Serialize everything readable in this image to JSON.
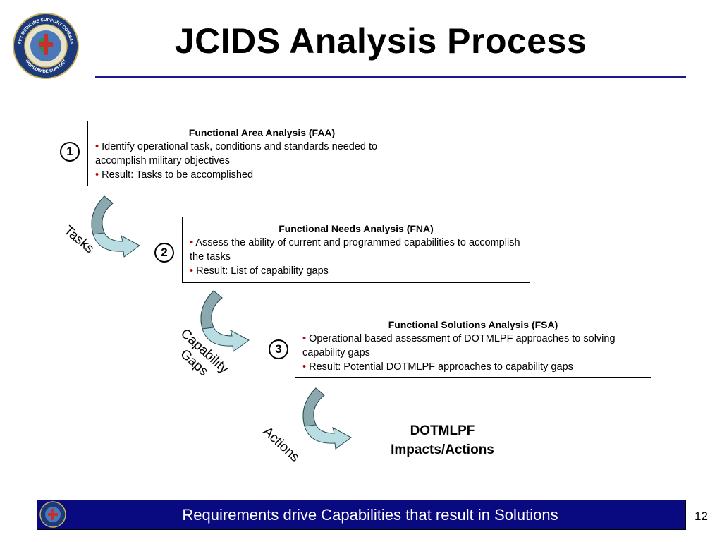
{
  "title": "JCIDS Analysis Process",
  "logo": {
    "arc_top": "NAVY MEDICINE SUPPORT COMMAND",
    "arc_bottom": "WORLDWIDE SUPPORT"
  },
  "steps": [
    {
      "number": "1",
      "heading": "Functional Area Analysis (FAA)",
      "bullets": [
        "Identify operational task, conditions and standards needed to accomplish military objectives",
        "Result:  Tasks to be accomplished"
      ]
    },
    {
      "number": "2",
      "heading": "Functional Needs Analysis (FNA)",
      "bullets": [
        "Assess the ability of current and programmed capabilities to accomplish the tasks",
        "Result:  List of capability gaps"
      ]
    },
    {
      "number": "3",
      "heading": "Functional Solutions Analysis (FSA)",
      "bullets": [
        "Operational based assessment of DOTMLPF approaches to solving capability gaps",
        "Result:  Potential DOTMLPF approaches to capability gaps"
      ]
    }
  ],
  "flow_labels": {
    "tasks": "Tasks",
    "capability_line1": "Capability",
    "capability_line2": "Gaps",
    "actions": "Actions"
  },
  "outcome": {
    "line1": "DOTMLPF",
    "line2": "Impacts/Actions"
  },
  "footer": {
    "text": "Requirements drive Capabilities that result in Solutions",
    "page_number": "12"
  },
  "colors": {
    "title_rule": "#1a1a8a",
    "footer_bg": "#0a0a80",
    "bullet": "#c00000",
    "arrow_fill": "#b8dde3",
    "arrow_dark": "#8aa8ae"
  }
}
